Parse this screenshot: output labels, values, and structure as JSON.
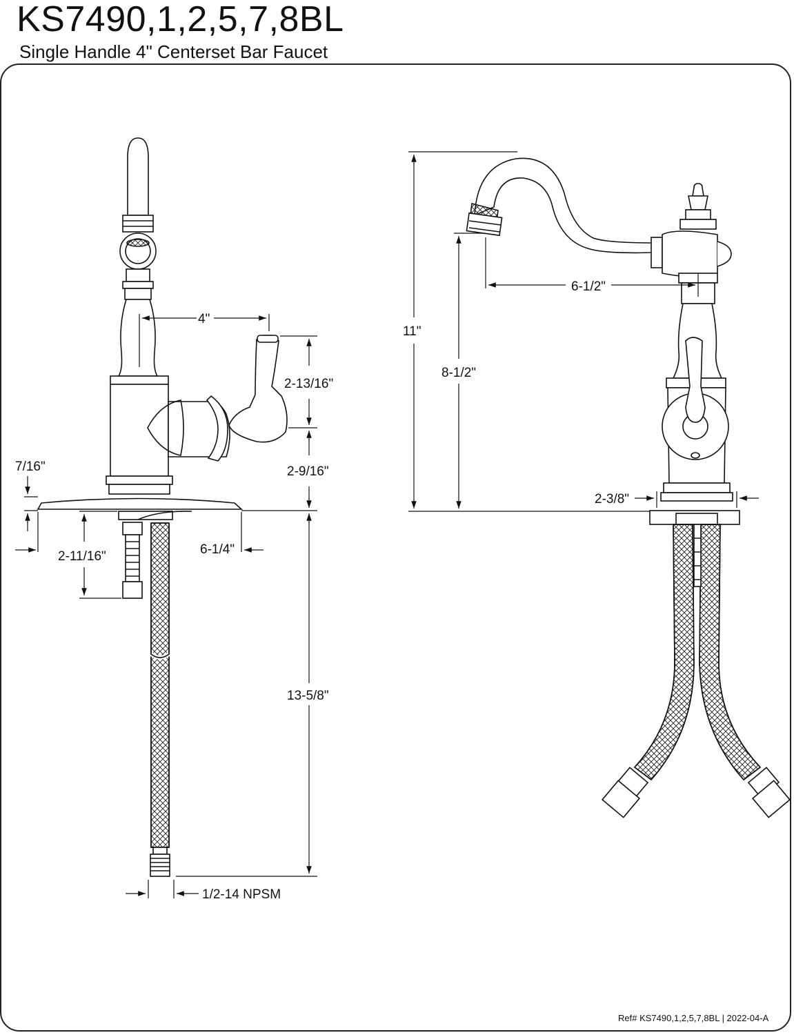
{
  "header": {
    "title": "KS7490,1,2,5,7,8BL",
    "subtitle": "Single Handle 4\" Centerset Bar Faucet"
  },
  "dimensions": {
    "handle_spacing": "4\"",
    "handle_height_upper": "2-13/16\"",
    "handle_height_lower": "2-9/16\"",
    "plate_thickness": "7/16\"",
    "shank_length": "2-11/16\"",
    "deck_plate_width": "6-1/4\"",
    "hose_length": "13-5/8\"",
    "hose_connector": "1/2-14 NPSM",
    "overall_height": "11\"",
    "spout_clearance": "8-1/2\"",
    "spout_reach": "6-1/2\"",
    "base_diameter": "2-3/8\""
  },
  "footer": {
    "reference": "Ref# KS7490,1,2,5,7,8BL | 2022-04-A"
  }
}
